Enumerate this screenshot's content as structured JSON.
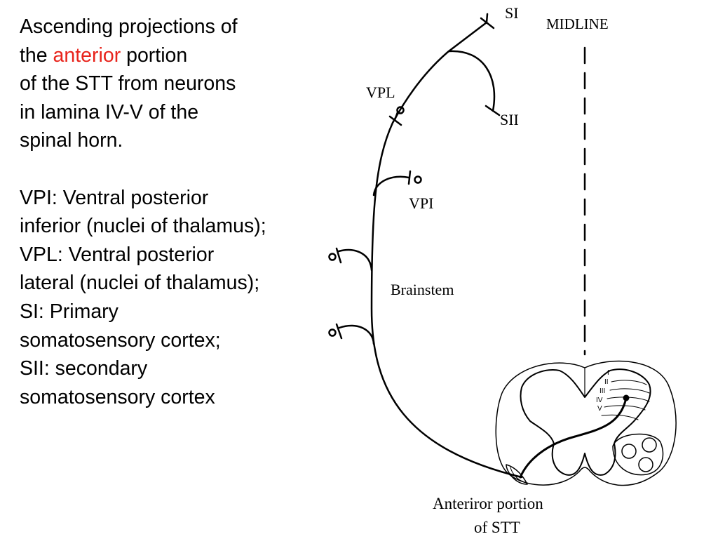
{
  "colors": {
    "text": "#000000",
    "accent": "#e8241c",
    "line": "#000000"
  },
  "description": {
    "line1": "Ascending projections of",
    "line2_pre": "the ",
    "line2_accent": "anterior",
    "line2_post": " portion",
    "line3": "of the STT from neurons",
    "line4": "in lamina IV-V of the",
    "line5": "spinal horn."
  },
  "legend": [
    "VPI: Ventral posterior",
    "inferior (nuclei of thalamus);",
    "VPL: Ventral posterior",
    "lateral (nuclei of thalamus);",
    "SI: Primary",
    "somatosensory cortex;",
    "SII: secondary",
    "somatosensory cortex"
  ],
  "diagram": {
    "si_label": "SI",
    "sii_label": "SII",
    "vpl_label": "VPL",
    "vpi_label": "VPI",
    "midline_label": "MIDLINE",
    "brainstem_label": "Brainstem",
    "laminae": [
      "I",
      "II",
      "III",
      "IV",
      "V"
    ],
    "caption_line1": "Anteriror portion",
    "caption_line2": "of STT"
  }
}
